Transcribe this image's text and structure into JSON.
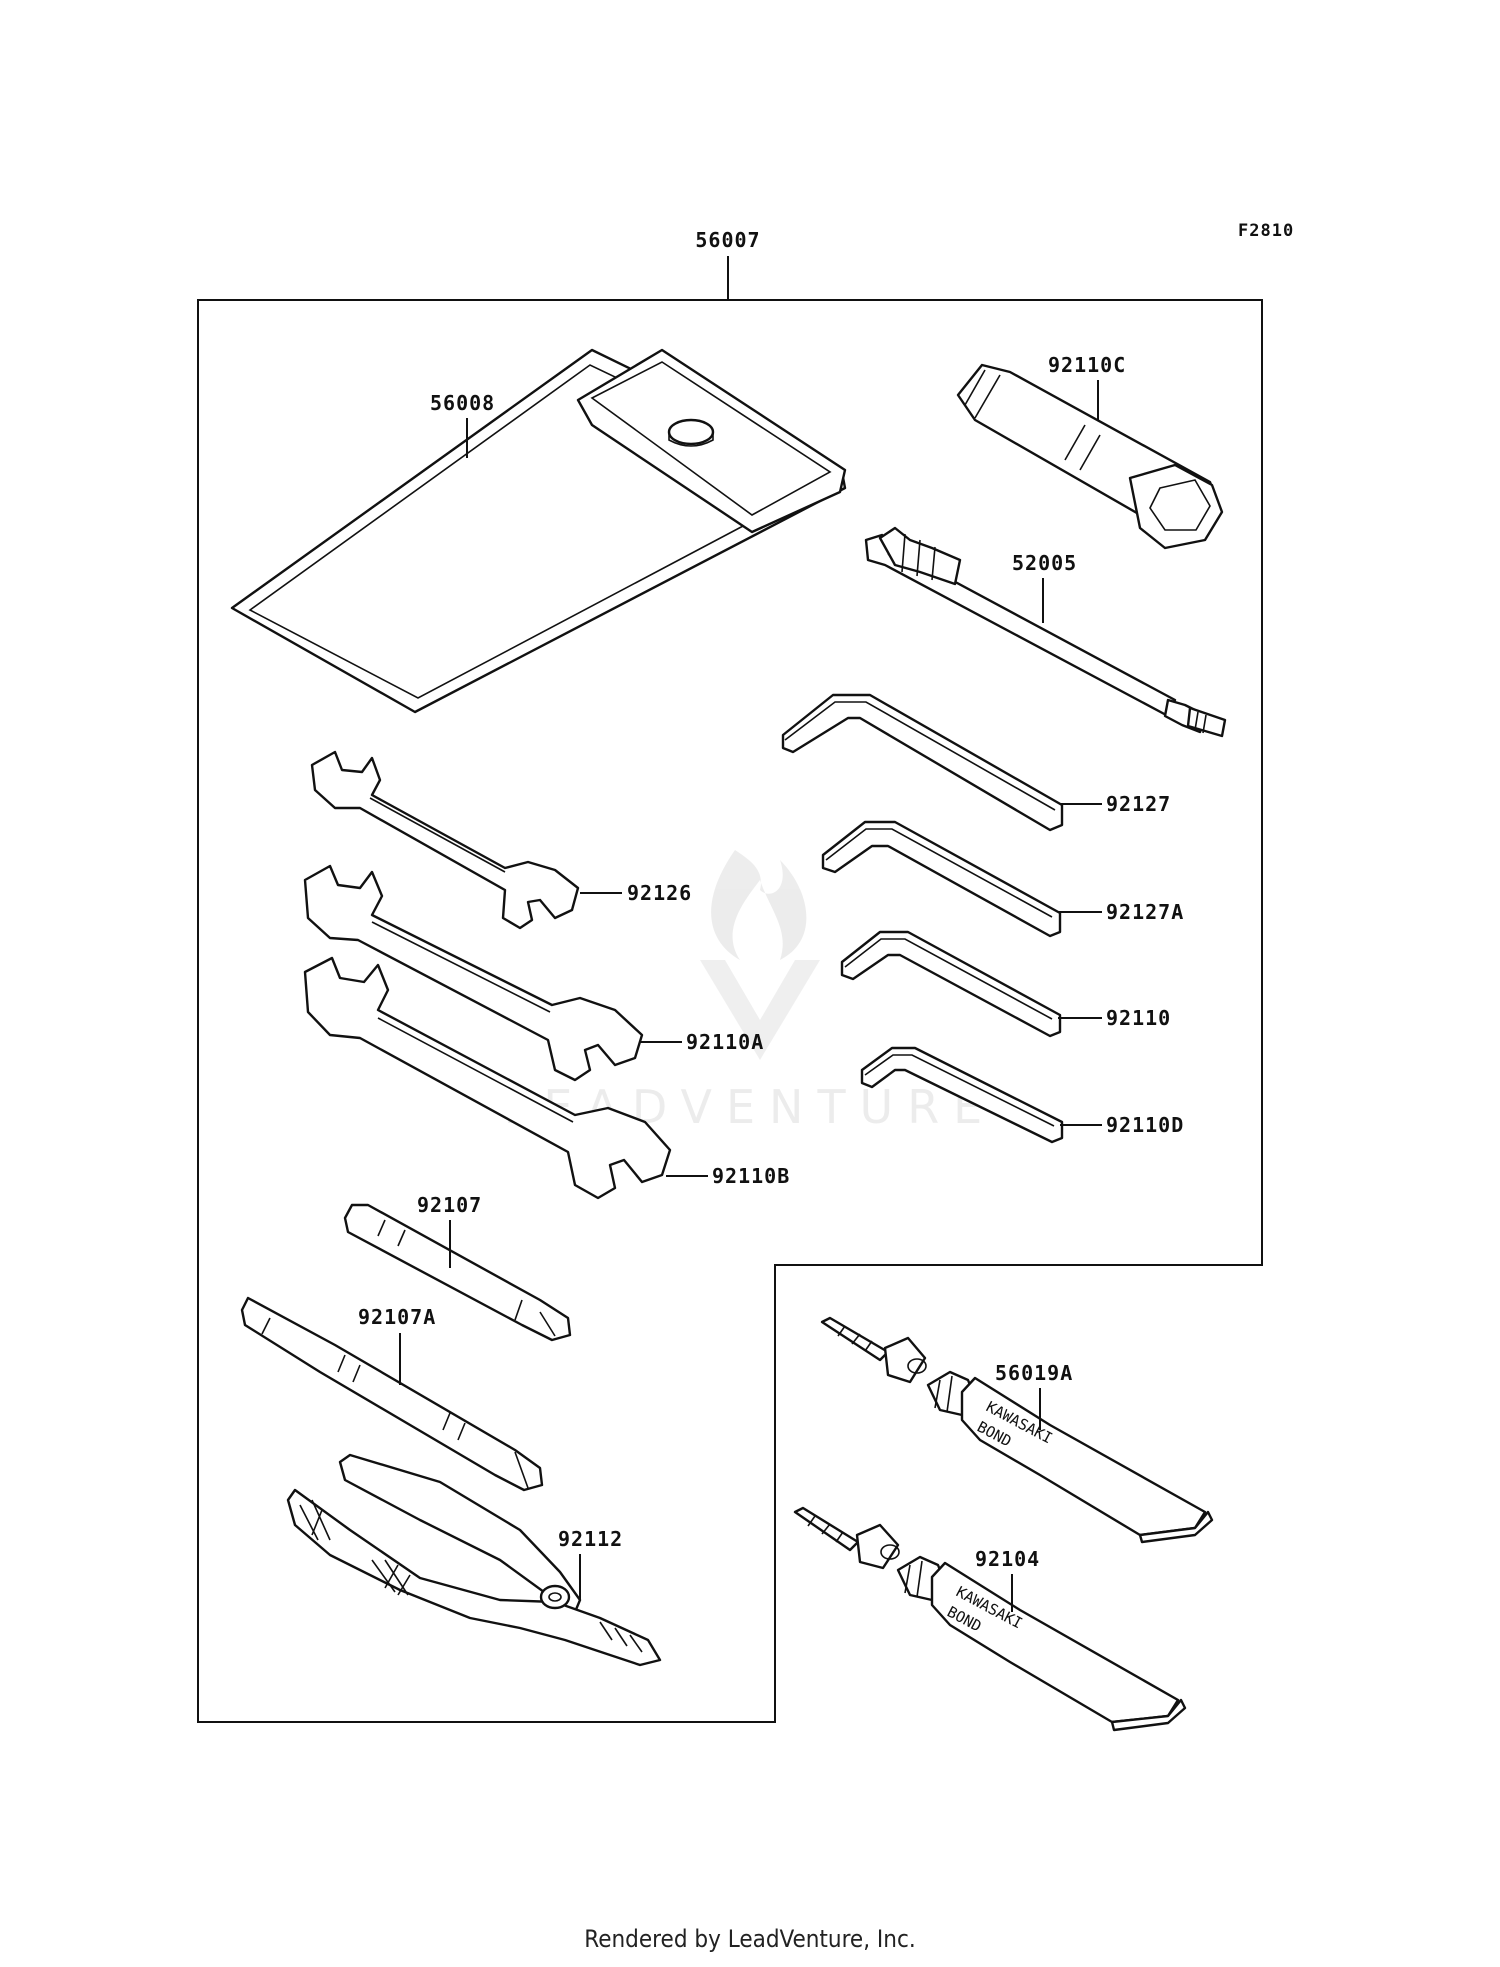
{
  "figure_code": "F2810",
  "footer": "Rendered by LeadVenture, Inc.",
  "watermark": "LEADVENTURE",
  "labels": {
    "kit": "56007",
    "case": "56008",
    "plug_wrench": "92110C",
    "screwdriver_grip": "52005",
    "hex_key_1": "92127",
    "hex_key_2": "92127A",
    "hex_key_3": "92110",
    "hex_key_4": "92110D",
    "wrench_1": "92126",
    "wrench_2": "92110A",
    "wrench_3": "92110B",
    "driver_bit_1": "92107",
    "driver_bit_2": "92107A",
    "pliers": "92112",
    "bond_1": "56019A",
    "bond_2": "92104"
  },
  "tube_text": {
    "brand": "KAWASAKI",
    "product": "BOND"
  }
}
